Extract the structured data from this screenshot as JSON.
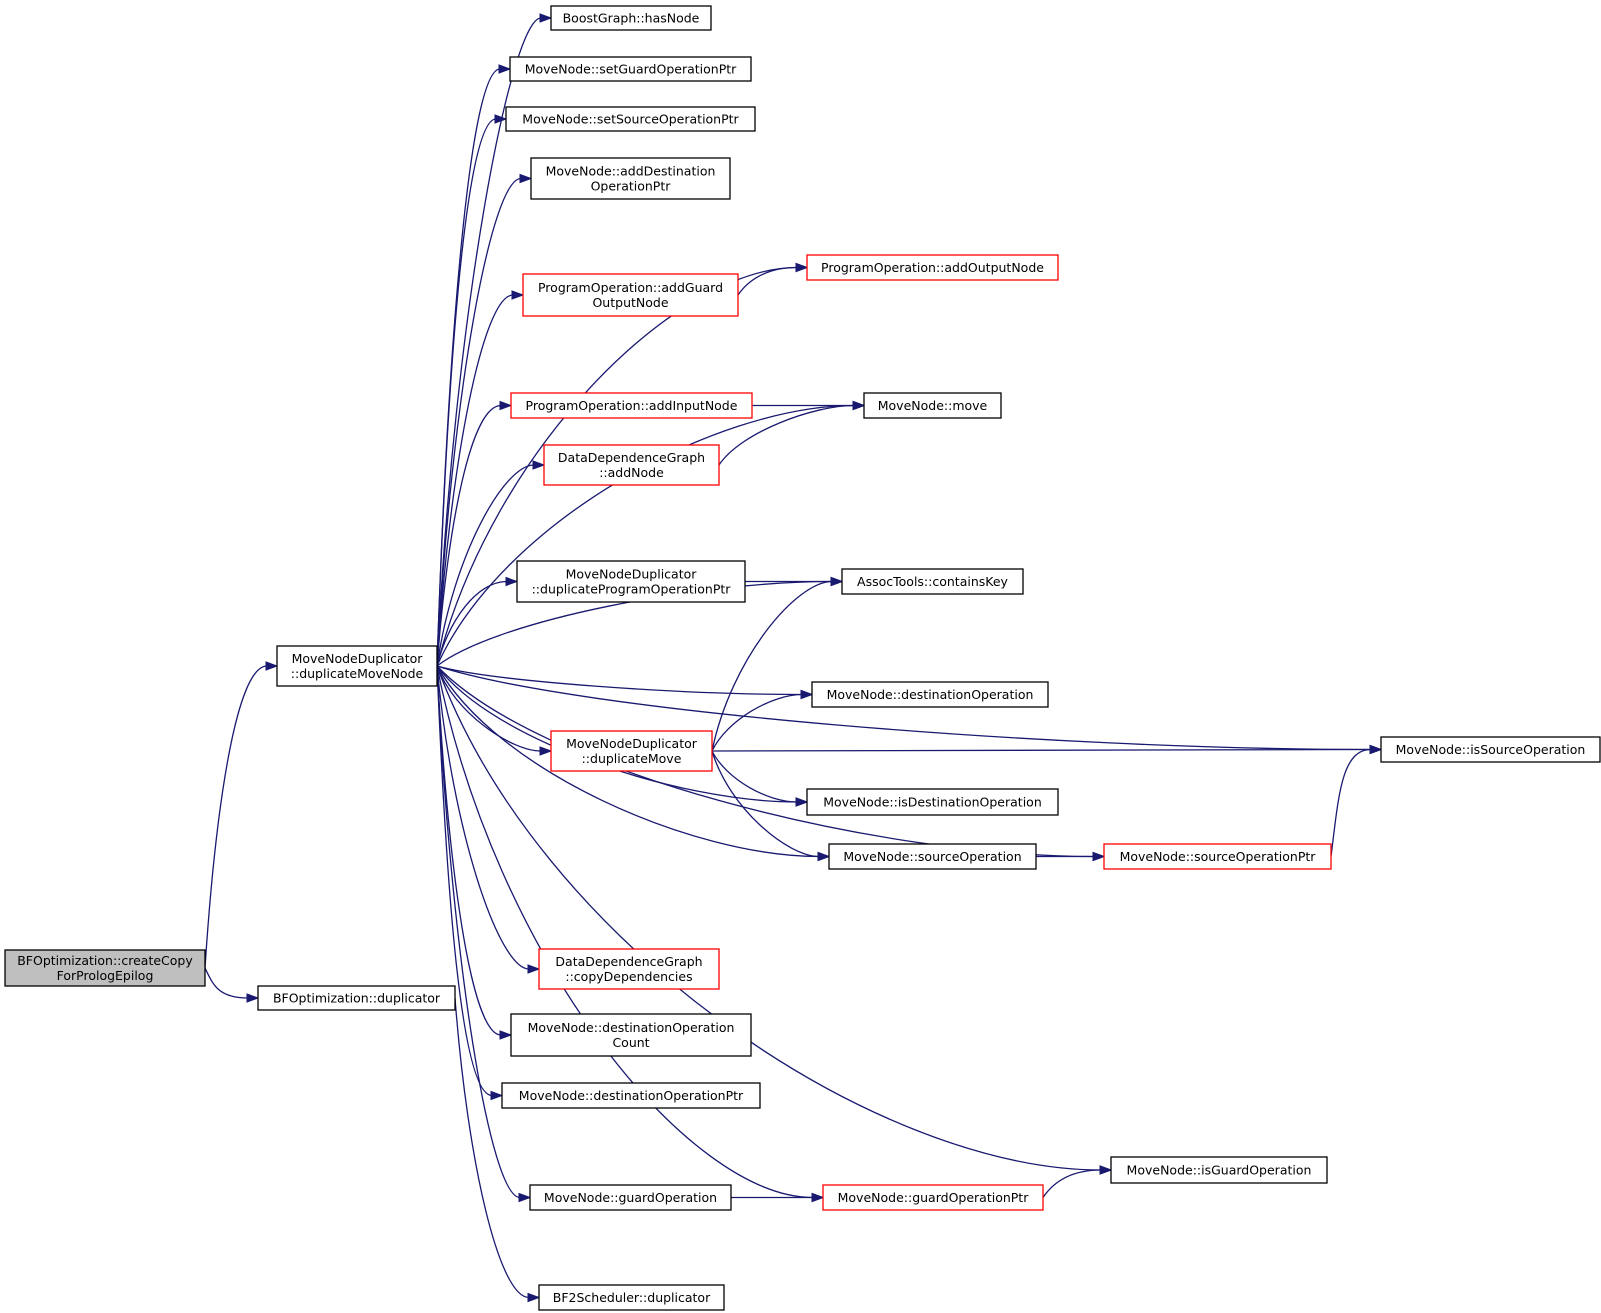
{
  "colors": {
    "edge": "#191970",
    "border_normal": "#000000",
    "border_truncated": "#ff0000",
    "root_fill": "#bfbfbf",
    "node_fill": "#ffffff"
  },
  "nodes": [
    {
      "id": "create_copy",
      "lines": [
        "BFOptimization::createCopy",
        "ForPrologEpilog"
      ],
      "style": "root"
    },
    {
      "id": "dup_move_node",
      "lines": [
        "MoveNodeDuplicator",
        "::duplicateMoveNode"
      ],
      "style": "normal"
    },
    {
      "id": "bf_duplicator",
      "lines": [
        "BFOptimization::duplicator"
      ],
      "style": "normal"
    },
    {
      "id": "has_node",
      "lines": [
        "BoostGraph::hasNode"
      ],
      "style": "normal"
    },
    {
      "id": "set_guard_op",
      "lines": [
        "MoveNode::setGuardOperationPtr"
      ],
      "style": "normal"
    },
    {
      "id": "set_source_op",
      "lines": [
        "MoveNode::setSourceOperationPtr"
      ],
      "style": "normal"
    },
    {
      "id": "add_dest_op",
      "lines": [
        "MoveNode::addDestination",
        "OperationPtr"
      ],
      "style": "normal"
    },
    {
      "id": "add_output_node",
      "lines": [
        "ProgramOperation::addOutputNode"
      ],
      "style": "truncated"
    },
    {
      "id": "add_guard_output",
      "lines": [
        "ProgramOperation::addGuard",
        "OutputNode"
      ],
      "style": "truncated"
    },
    {
      "id": "move",
      "lines": [
        "MoveNode::move"
      ],
      "style": "normal"
    },
    {
      "id": "add_input_node",
      "lines": [
        "ProgramOperation::addInputNode"
      ],
      "style": "truncated"
    },
    {
      "id": "ddg_add_node",
      "lines": [
        "DataDependenceGraph",
        "::addNode"
      ],
      "style": "truncated"
    },
    {
      "id": "contains_key",
      "lines": [
        "AssocTools::containsKey"
      ],
      "style": "normal"
    },
    {
      "id": "dup_prog_op",
      "lines": [
        "MoveNodeDuplicator",
        "::duplicateProgramOperationPtr"
      ],
      "style": "normal"
    },
    {
      "id": "dest_operation",
      "lines": [
        "MoveNode::destinationOperation"
      ],
      "style": "normal"
    },
    {
      "id": "dup_move",
      "lines": [
        "MoveNodeDuplicator",
        "::duplicateMove"
      ],
      "style": "truncated"
    },
    {
      "id": "is_source_op",
      "lines": [
        "MoveNode::isSourceOperation"
      ],
      "style": "normal"
    },
    {
      "id": "is_dest_op",
      "lines": [
        "MoveNode::isDestinationOperation"
      ],
      "style": "normal"
    },
    {
      "id": "source_operation",
      "lines": [
        "MoveNode::sourceOperation"
      ],
      "style": "normal"
    },
    {
      "id": "source_op_ptr",
      "lines": [
        "MoveNode::sourceOperationPtr"
      ],
      "style": "truncated"
    },
    {
      "id": "copy_deps",
      "lines": [
        "DataDependenceGraph",
        "::copyDependencies"
      ],
      "style": "truncated"
    },
    {
      "id": "dest_op_count",
      "lines": [
        "MoveNode::destinationOperation",
        "Count"
      ],
      "style": "normal"
    },
    {
      "id": "dest_op_ptr",
      "lines": [
        "MoveNode::destinationOperationPtr"
      ],
      "style": "normal"
    },
    {
      "id": "is_guard_op",
      "lines": [
        "MoveNode::isGuardOperation"
      ],
      "style": "normal"
    },
    {
      "id": "guard_operation",
      "lines": [
        "MoveNode::guardOperation"
      ],
      "style": "normal"
    },
    {
      "id": "guard_op_ptr",
      "lines": [
        "MoveNode::guardOperationPtr"
      ],
      "style": "truncated"
    },
    {
      "id": "bf2_duplicator",
      "lines": [
        "BF2Scheduler::duplicator"
      ],
      "style": "normal"
    }
  ],
  "edges": [
    {
      "from": "create_copy",
      "to": "dup_move_node"
    },
    {
      "from": "create_copy",
      "to": "bf_duplicator"
    },
    {
      "from": "dup_move_node",
      "to": "has_node"
    },
    {
      "from": "dup_move_node",
      "to": "set_guard_op"
    },
    {
      "from": "dup_move_node",
      "to": "set_source_op"
    },
    {
      "from": "dup_move_node",
      "to": "add_dest_op"
    },
    {
      "from": "dup_move_node",
      "to": "add_output_node"
    },
    {
      "from": "dup_move_node",
      "to": "add_guard_output"
    },
    {
      "from": "dup_move_node",
      "to": "move"
    },
    {
      "from": "dup_move_node",
      "to": "add_input_node"
    },
    {
      "from": "dup_move_node",
      "to": "ddg_add_node"
    },
    {
      "from": "dup_move_node",
      "to": "contains_key"
    },
    {
      "from": "dup_move_node",
      "to": "dup_prog_op"
    },
    {
      "from": "dup_move_node",
      "to": "is_source_op"
    },
    {
      "from": "dup_move_node",
      "to": "dest_operation"
    },
    {
      "from": "dup_move_node",
      "to": "dup_move"
    },
    {
      "from": "dup_move_node",
      "to": "is_dest_op"
    },
    {
      "from": "dup_move_node",
      "to": "source_operation"
    },
    {
      "from": "dup_move_node",
      "to": "source_op_ptr"
    },
    {
      "from": "dup_move_node",
      "to": "copy_deps"
    },
    {
      "from": "dup_move_node",
      "to": "dest_op_count"
    },
    {
      "from": "dup_move_node",
      "to": "dest_op_ptr"
    },
    {
      "from": "dup_move_node",
      "to": "is_guard_op"
    },
    {
      "from": "dup_move_node",
      "to": "guard_operation"
    },
    {
      "from": "dup_move_node",
      "to": "guard_op_ptr"
    },
    {
      "from": "bf_duplicator",
      "to": "bf2_duplicator"
    },
    {
      "from": "add_guard_output",
      "to": "add_output_node"
    },
    {
      "from": "add_input_node",
      "to": "move"
    },
    {
      "from": "ddg_add_node",
      "to": "move"
    },
    {
      "from": "dup_prog_op",
      "to": "contains_key"
    },
    {
      "from": "dup_move",
      "to": "contains_key"
    },
    {
      "from": "dup_move",
      "to": "dest_operation"
    },
    {
      "from": "dup_move",
      "to": "is_source_op"
    },
    {
      "from": "dup_move",
      "to": "is_dest_op"
    },
    {
      "from": "dup_move",
      "to": "source_operation"
    },
    {
      "from": "source_operation",
      "to": "source_op_ptr"
    },
    {
      "from": "source_op_ptr",
      "to": "is_source_op"
    },
    {
      "from": "guard_operation",
      "to": "guard_op_ptr"
    },
    {
      "from": "guard_op_ptr",
      "to": "is_guard_op"
    }
  ]
}
